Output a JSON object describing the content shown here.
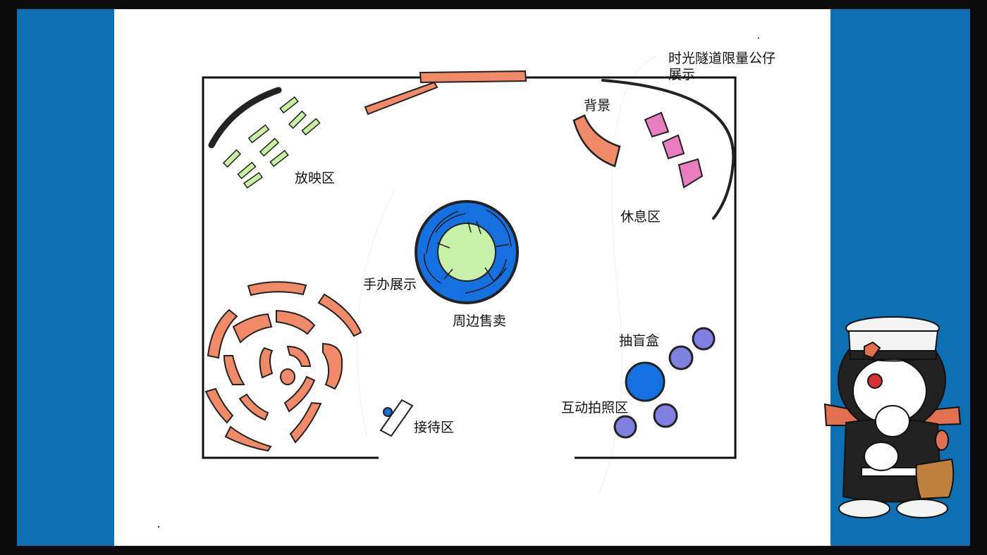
{
  "labels": {
    "screening": "放映区",
    "background": "背景",
    "tunnel": "时光隧道限量公仔",
    "tunnel_line2": "展示",
    "rest": "休息区",
    "figure": "手办展示",
    "merch": "周边售卖",
    "blindbox": "抽盲盒",
    "photo": "互动拍照区",
    "reception": "接待区"
  },
  "colors": {
    "frame": "#0b0b0b",
    "side_panel": "#0e6fb3",
    "paper": "#ffffff",
    "salmon": "#f08a68",
    "seat_green": "#c9f0a0",
    "pink": "#e87ec0",
    "ring_blue": "#1570e0",
    "center_green": "#c8f0a8",
    "purple": "#8080e0"
  }
}
